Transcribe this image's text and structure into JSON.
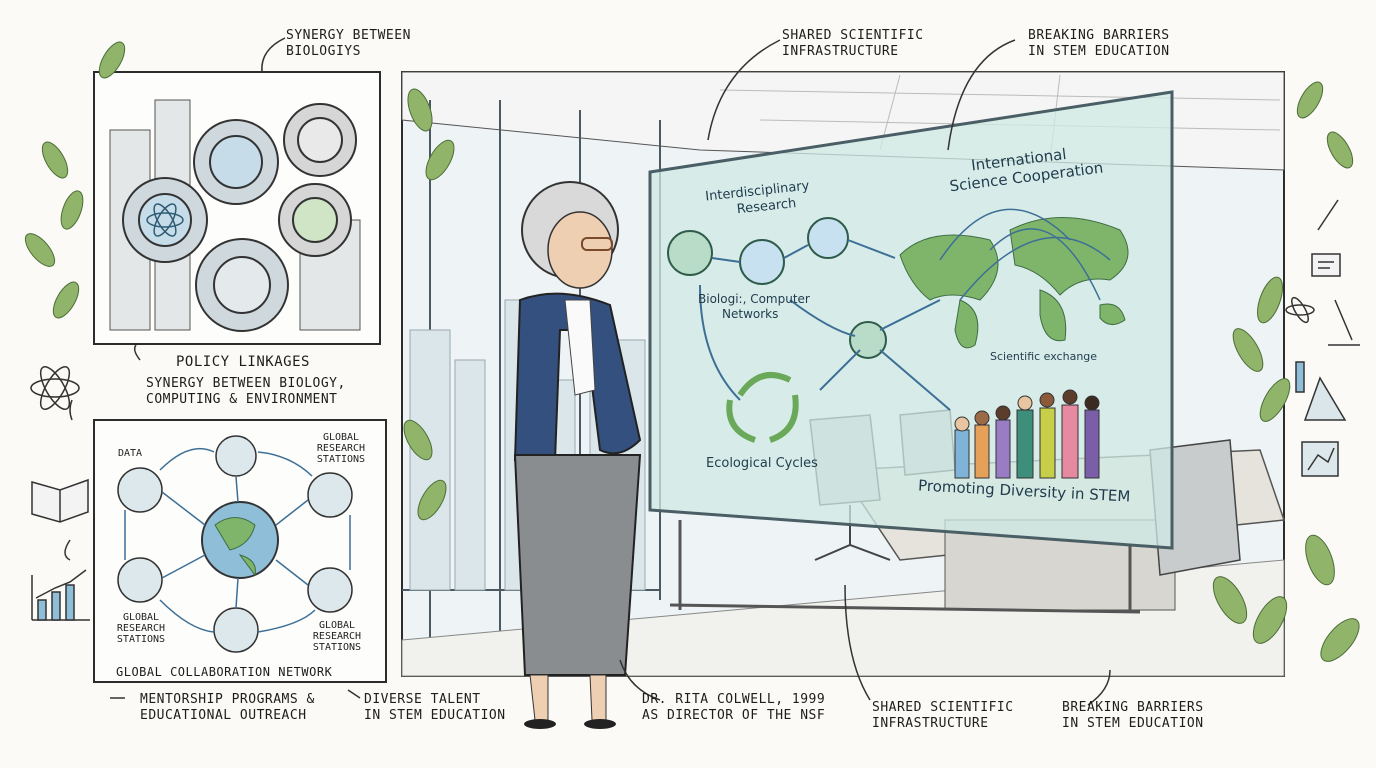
{
  "top_captions": {
    "left": [
      "SYNERGY BETWEEN",
      "BIOLOGIYS"
    ],
    "center": [
      "SHARED SCIENTIFIC",
      "INFRASTRUCTURE"
    ],
    "right": [
      "BREAKING BARRIERS",
      "IN STEM EDUCATION"
    ]
  },
  "left_panel_captions": {
    "policy": "POLICY LINKAGES",
    "synergy": [
      "SYNERGY BETWEEN BIOLOGY,",
      "COMPUTING & ENVIRONMENT"
    ]
  },
  "network_panel": {
    "data_label": "DATA",
    "station_top_right": [
      "GLOBAL",
      "RESEARCH",
      "STATIONS"
    ],
    "station_bottom_left": [
      "GLOBAL",
      "RESEARCH",
      "STATIONS"
    ],
    "station_bottom_right": [
      "GLOBAL",
      "RESEARCH",
      "STATIONS"
    ],
    "title": "GLOBAL COLLABORATION NETWORK"
  },
  "screen": {
    "interdisciplinary": [
      "Interdisciplinary",
      "Research"
    ],
    "bio_networks": [
      "Biologi:, Computer",
      "Networks"
    ],
    "international": [
      "International",
      "Science Cooperation"
    ],
    "exchange": "Scientific exchange",
    "cycles": "Ecological Cycles",
    "diversity": "Promoting Diversity in STEM"
  },
  "bottom_captions": {
    "mentorship": [
      "MENTORSHIP PROGRAMS &",
      "EDUCATIONAL OUTREACH"
    ],
    "talent": [
      "DIVERSE TALENT",
      "IN STEM EDUCATION"
    ],
    "colwell": [
      "DR. RITA COLWELL, 1999",
      "AS DIRECTOR OF THE NSF"
    ],
    "infrastructure": [
      "SHARED SCIENTIFIC",
      "INFRASTRUCTURE"
    ],
    "barriers": [
      "BREAKING BARRIERS",
      "IN STEM EDUCATION"
    ]
  },
  "colors": {
    "ink": "#2c2c2c",
    "screen_glow": "#cfe9e4",
    "leaf": "#8fb46a",
    "blazer": "#34507e",
    "skirt": "#8a8d90",
    "arrow_blue": "#3d6f96"
  }
}
